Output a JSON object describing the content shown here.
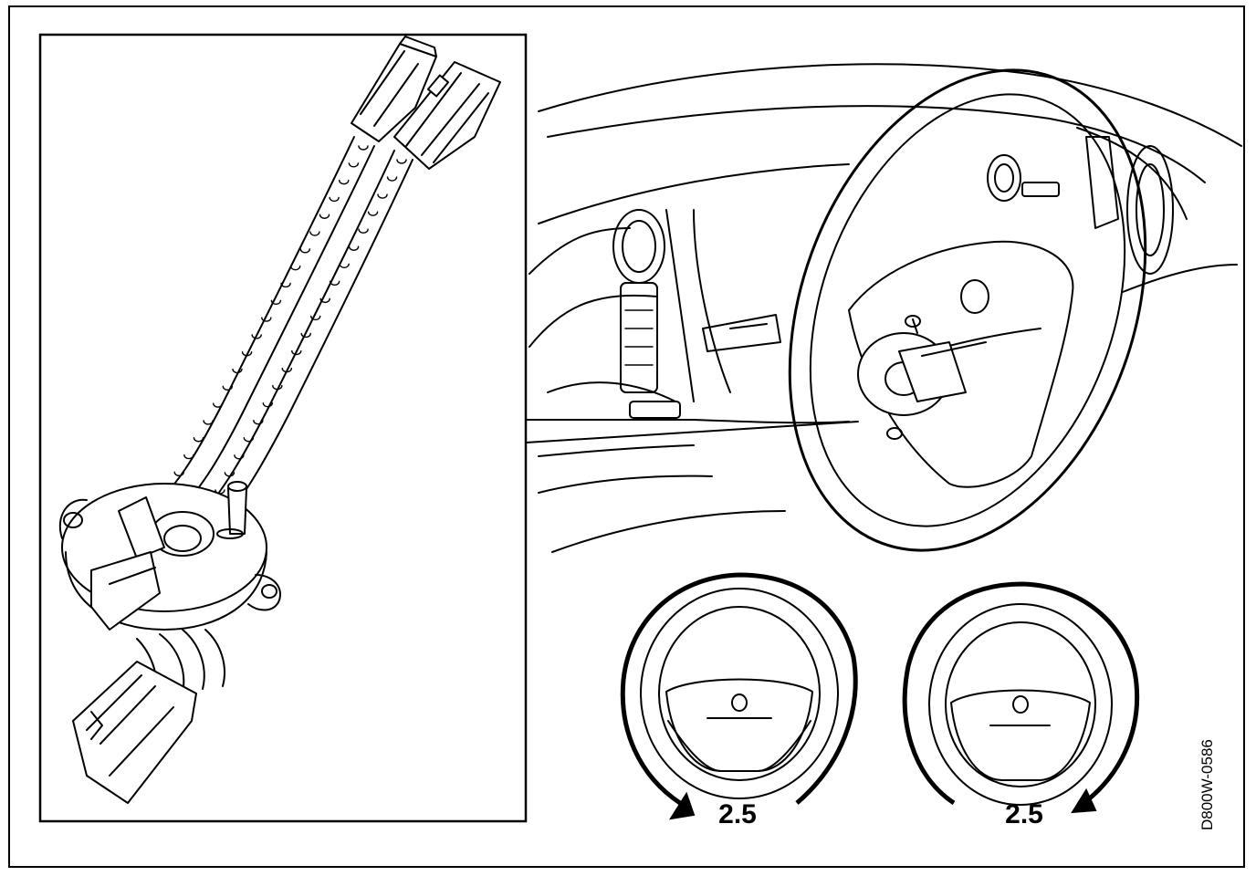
{
  "figure": {
    "code": "D800W-0586",
    "rotation_labels": {
      "clockwise": "2.5",
      "counterclockwise": "2.5"
    },
    "icons": {
      "clock_spring": "clock-spring-contact-reel-icon",
      "dashboard": "dashboard-steering-wheel-icon",
      "wheel_cw": "steering-wheel-clockwise-icon",
      "wheel_ccw": "steering-wheel-counterclockwise-icon"
    }
  }
}
